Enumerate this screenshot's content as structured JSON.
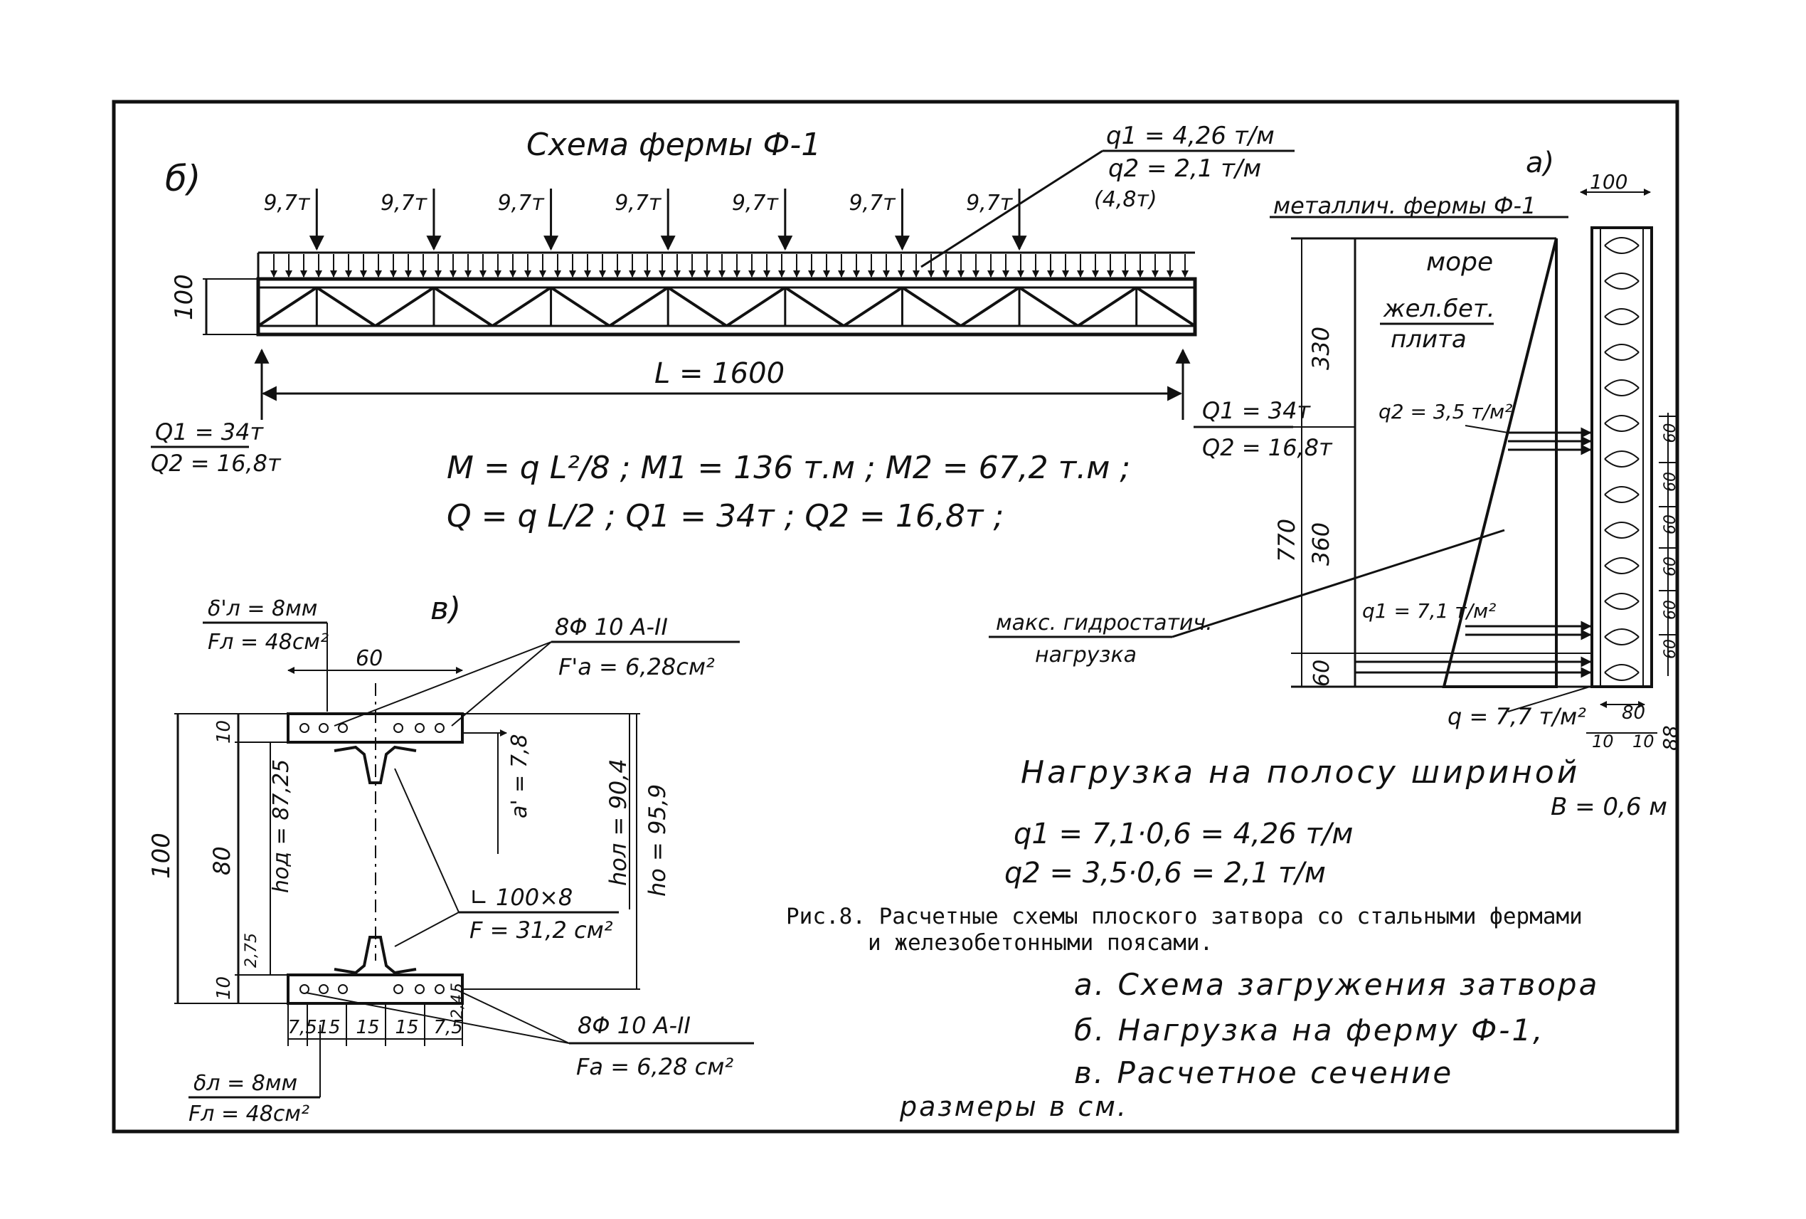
{
  "truss": {
    "letter": "б)",
    "title": "Схема фермы Ф-1",
    "node_loads": [
      "9,7т",
      "9,7т",
      "9,7т",
      "9,7т",
      "9,7т",
      "9,7т",
      "9,7т"
    ],
    "extra_load": "(4,8т)",
    "q1": "q1 = 4,26 т/м",
    "q2": "q2 = 2,1 т/м",
    "height": "100",
    "span": "L = 1600",
    "left_r1": "Q1 = 34т",
    "left_r2": "Q2 = 16,8т",
    "right_r1": "Q1 = 34т",
    "right_r2": "Q2 = 16,8т",
    "formula_m": "M = q L²/8 ;  M1 = 136 т.м ;  M2 = 67,2 т.м ;",
    "formula_q": "Q = q L/2 ;  Q1 = 34т ;  Q2 = 16,8т ;"
  },
  "gate": {
    "letter": "а)",
    "caption": "металлич. фермы Ф-1",
    "w100": "100",
    "sea": "море",
    "slab1": "жел.бет.",
    "slab2": "плита",
    "h330": "330",
    "h770": "770",
    "h360": "360",
    "h60": "60",
    "q2": "q2 = 3,5 т/м²",
    "q1": "q1 = 7,1 т/м²",
    "q": "q = 7,7 т/м²",
    "s60": "60",
    "w80": "80",
    "w10a": "10",
    "w10b": "10",
    "w88": "88",
    "hydro1": "макс. гидростатич.",
    "hydro2": "нагрузка"
  },
  "section": {
    "letter": "в)",
    "top_delta": "δ'л = 8мм",
    "top_F": "Fл = 48см²",
    "w60": "60",
    "rebar_top": "8Φ 10 A-II",
    "Fa_top": "F'a = 6,28см²",
    "h100": "100",
    "h10_top": "10",
    "h80": "80",
    "h2_75": "2,75",
    "h10_bot": "10",
    "a_prime": "a' = 7,8",
    "h_ol": "hол = 90,4",
    "h_o": "hо = 95,9",
    "h_od": "hод = 87,25",
    "angle": "∟ 100×8",
    "angle_F": "F = 31,2 см²",
    "bottom_dims": [
      "7,5",
      "15",
      "15",
      "15",
      "7,5"
    ],
    "dim_24": "2,4",
    "dim_5": "5",
    "rebar_bot": "8Φ 10 A-II",
    "Fa_bot": "Fa = 6,28 см²",
    "bot_delta": "δл = 8мм",
    "bot_F": "Fл = 48см²"
  },
  "load": {
    "title": "Нагрузка на полосу шириной",
    "width": "B = 0,6 м",
    "q1": "q1 = 7,1·0,6 = 4,26 т/м",
    "q2": "q2 = 3,5·0,6 = 2,1 т/м"
  },
  "caption": {
    "line1": "Рис.8. Расчетные схемы плоского затвора со стальными фермами",
    "line2": "и железобетонными поясами.",
    "a": "а. Схема загружения затвора",
    "b": "б. Нагрузка на ферму Ф-1,",
    "c": "в. Расчетное сечение",
    "units": "размеры в см."
  }
}
